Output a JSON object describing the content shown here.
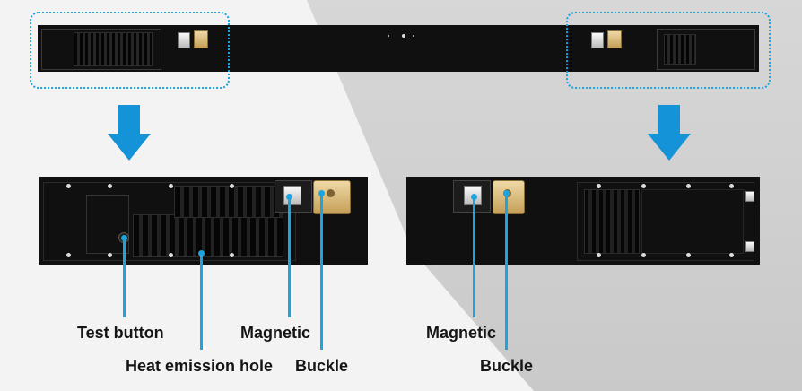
{
  "labels": {
    "left": {
      "test_button": "Test button",
      "heat_emission_hole": "Heat emission hole",
      "magnetic": "Magnetic",
      "buckle": "Buckle"
    },
    "right": {
      "magnetic": "Magnetic",
      "buckle": "Buckle"
    }
  },
  "colors": {
    "accent_blue": "#1593d8",
    "panel_black": "#101010",
    "background_light": "#f3f3f3",
    "background_grey": "#cfcfcf"
  },
  "icons": {
    "left_arrow": "arrow-down-icon",
    "right_arrow": "arrow-down-icon"
  }
}
